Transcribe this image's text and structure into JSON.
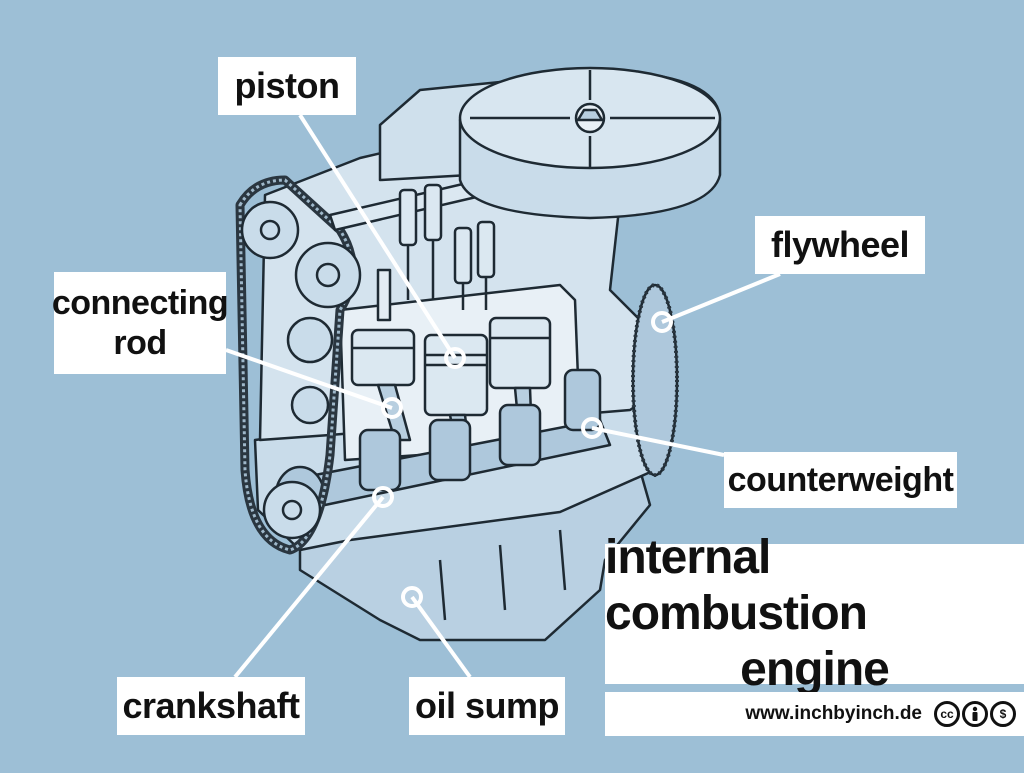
{
  "title": {
    "line1": "internal combustion",
    "line2": "engine"
  },
  "labels": {
    "piston": "piston",
    "connecting_rod_line1": "connecting",
    "connecting_rod_line2": "rod",
    "flywheel": "flywheel",
    "counterweight": "counterweight",
    "crankshaft": "crankshaft",
    "oil_sump": "oil sump"
  },
  "footer": {
    "url": "www.inchbyinch.de",
    "license_icons": [
      "cc-icon",
      "attribution-icon",
      "noncommercial-icon"
    ]
  },
  "colors": {
    "background": "#9dbfd6",
    "engine_fill": "#c9dcea",
    "engine_shade": "#a8c3d8",
    "outline": "#1e2a33",
    "label_bg": "#ffffff"
  }
}
